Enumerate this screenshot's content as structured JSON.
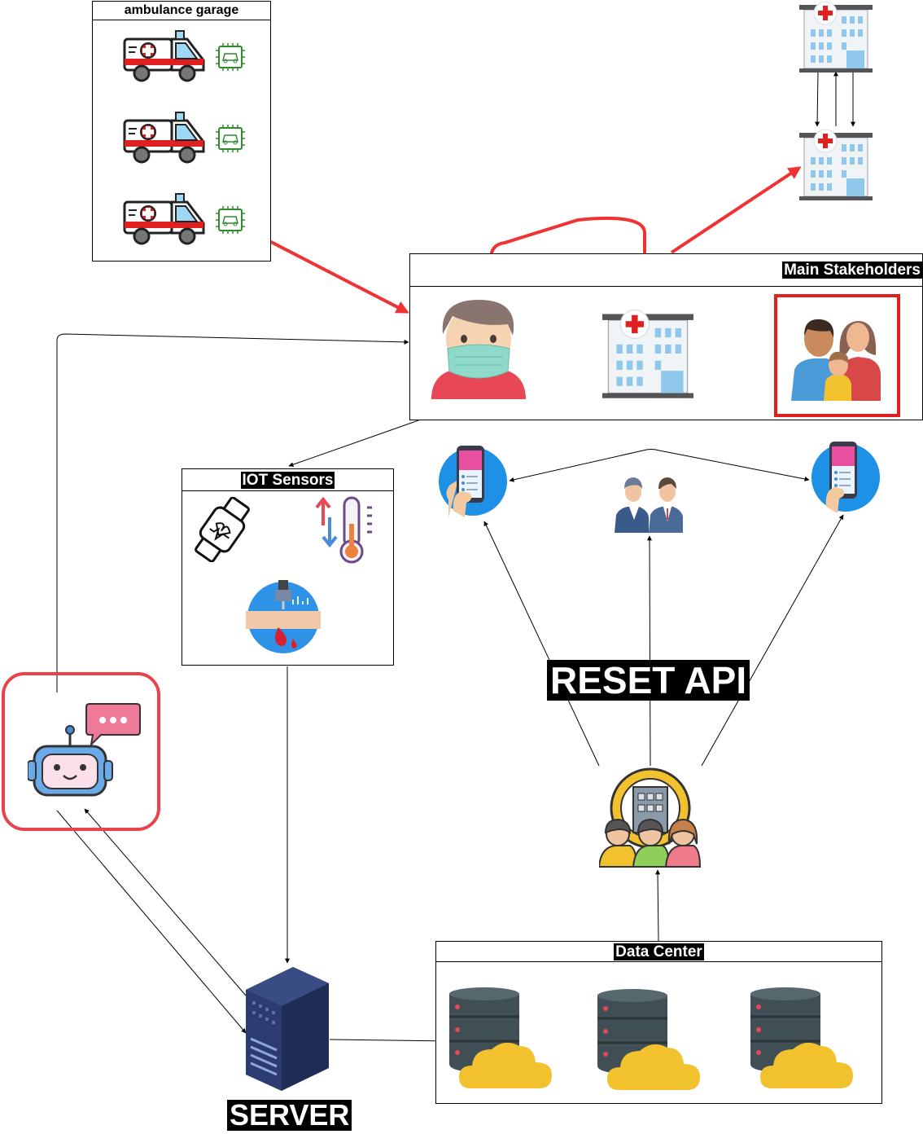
{
  "labels": {
    "ambulance_garage": "ambulance garage",
    "main_stakeholders": "Main Stakeholders",
    "iot_sensors": "IOT Sensors",
    "data_center": "Data Center",
    "reset_api": "RESET API",
    "server": "SERVER"
  },
  "colors": {
    "red_arrow": "#f03232",
    "highlight_border": "#e02020",
    "chatbot_border": "#e8424a",
    "hospital_cross": "#e02020",
    "chip_green": "#2e8b2e",
    "server_blue": "#2b3a6b",
    "cloud_yellow": "#f2c12e",
    "db_gray": "#4a5a5f",
    "phone_circle": "#1e90e6"
  },
  "icons": [
    "ambulance-icon",
    "car-chip-icon",
    "hospital-icon",
    "masked-patient-icon",
    "family-icon",
    "smartwatch-icon",
    "thermometer-icon",
    "blood-glucose-icon",
    "mobile-app-icon",
    "doctors-icon",
    "chatbot-icon",
    "team-icon",
    "server-icon",
    "cloud-database-icon"
  ]
}
